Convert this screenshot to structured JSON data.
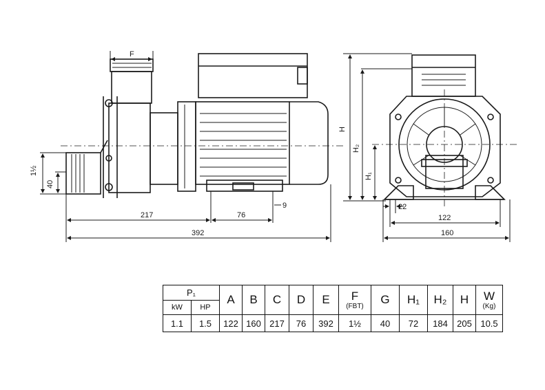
{
  "drawing": {
    "side_dims": {
      "F": "F",
      "inlet": "1½",
      "g40": "40",
      "d217": "217",
      "d76": "76",
      "d9": "9",
      "d392": "392"
    },
    "front_dims": {
      "H": "H",
      "H2": "H₂",
      "H1": "H₁",
      "d22": "22",
      "d122": "122",
      "d160": "160"
    }
  },
  "spec_table": {
    "p1_label": "P₁",
    "units": [
      "kW",
      "HP"
    ],
    "headers": [
      {
        "main": "A"
      },
      {
        "main": "B"
      },
      {
        "main": "C"
      },
      {
        "main": "D"
      },
      {
        "main": "E"
      },
      {
        "main": "F",
        "sub": "(FBT)"
      },
      {
        "main": "G"
      },
      {
        "main": "H₁"
      },
      {
        "main": "H₂"
      },
      {
        "main": "H"
      },
      {
        "main": "W",
        "sub": "(Kg)"
      }
    ],
    "values": [
      "1.1",
      "1.5",
      "122",
      "160",
      "217",
      "76",
      "392",
      "1½",
      "40",
      "72",
      "184",
      "205",
      "10.5"
    ]
  }
}
